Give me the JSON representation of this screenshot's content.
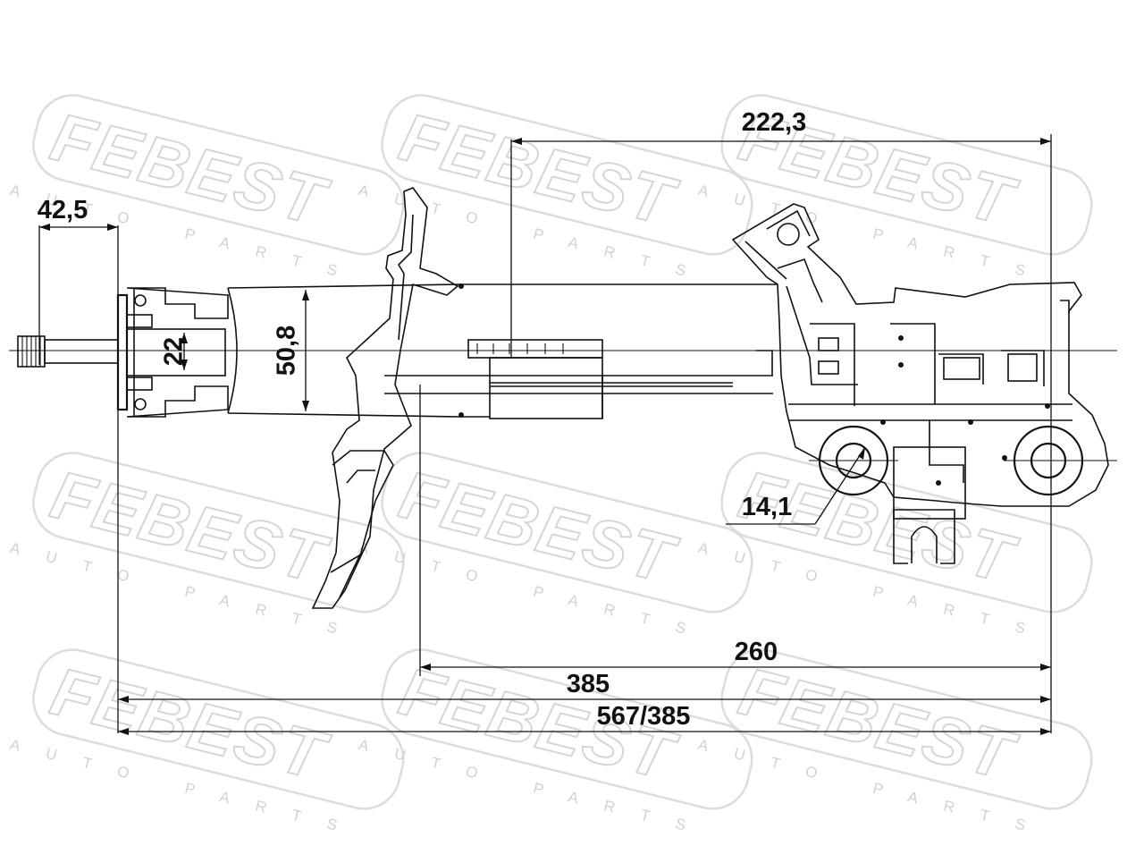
{
  "watermark": {
    "brand": "FEBEST",
    "tagline": "AUTO PARTS"
  },
  "dimensions": {
    "top_mount_length": "42,5",
    "rod_diameter": "22",
    "body_diameter": "50,8",
    "bracket_span": "222,3",
    "bolt_hole_diameter": "14,1",
    "lower_length": "260",
    "compressed_length": "385",
    "extended_length": "567/385"
  },
  "colors": {
    "line": "#111111",
    "watermark": "#d6d6d6",
    "background": "#ffffff"
  }
}
